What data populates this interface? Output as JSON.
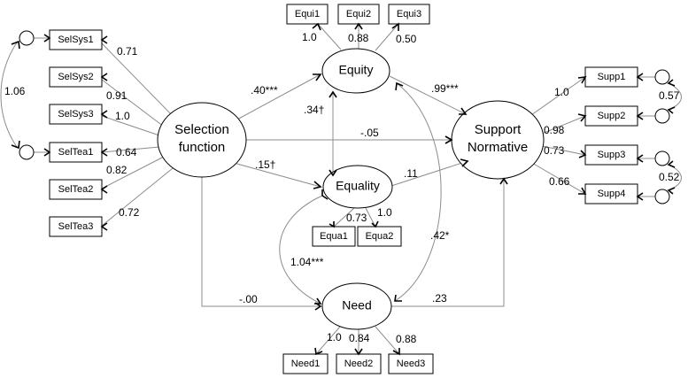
{
  "latents": {
    "selection": {
      "line1": "Selection",
      "line2": "function"
    },
    "support": {
      "line1": "Support",
      "line2": "Normative"
    },
    "equity": "Equity",
    "equality": "Equality",
    "need": "Need"
  },
  "indicators": {
    "sel": [
      "SelSys1",
      "SelSys2",
      "SelSys3",
      "SelTea1",
      "SelTea2",
      "SelTea3"
    ],
    "equi": [
      "Equi1",
      "Equi2",
      "Equi3"
    ],
    "equa": [
      "Equa1",
      "Equa2"
    ],
    "need": [
      "Need1",
      "Need2",
      "Need3"
    ],
    "supp": [
      "Supp1",
      "Supp2",
      "Supp3",
      "Supp4"
    ]
  },
  "loadings": {
    "sel": [
      "0.71",
      "0.91",
      "1.0",
      "0.64",
      "0.82",
      "0.72"
    ],
    "equi": [
      "1.0",
      "0.88",
      "0.50"
    ],
    "equa": [
      "0.73",
      "1.0"
    ],
    "need": [
      "1.0",
      "0.84",
      "0.88"
    ],
    "supp": [
      "1.0",
      "0.98",
      "0.73",
      "0.66"
    ]
  },
  "paths": {
    "sel_equity": ".40***",
    "sel_equality": ".15†",
    "sel_support": "-.05",
    "sel_need": "-.00",
    "equity_support": ".99***",
    "equality_support": ".11",
    "need_support": ".23"
  },
  "covariances": {
    "equity_equality": ".34†",
    "equity_need": ".42*",
    "equality_need": "1.04***",
    "selsys1_seltea1": "1.06",
    "supp1_supp2": "0.57",
    "supp3_supp4": "0.52"
  }
}
